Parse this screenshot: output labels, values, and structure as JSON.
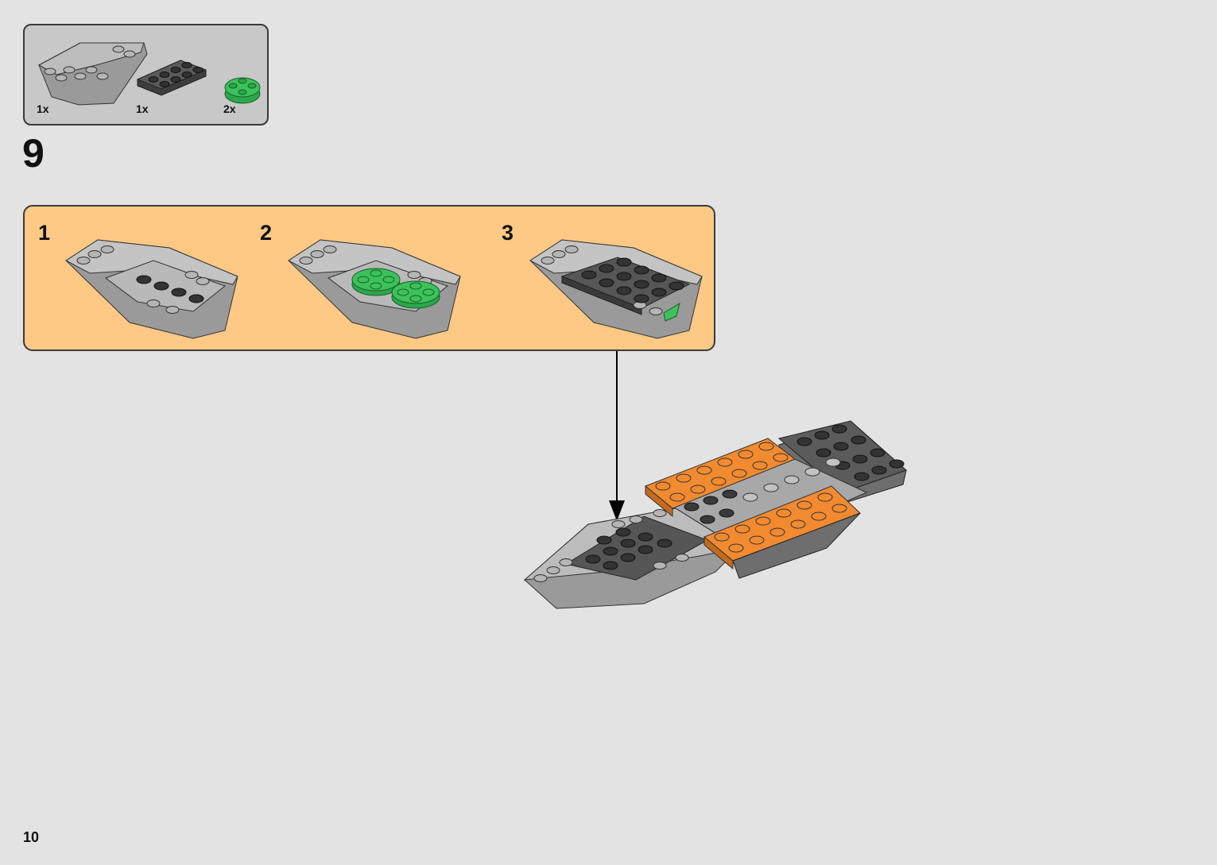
{
  "parts_list": {
    "items": [
      {
        "name": "wedge-plate-light-grey",
        "quantity": "1x"
      },
      {
        "name": "plate-2x4-dark-grey",
        "quantity": "1x"
      },
      {
        "name": "round-plate-2x2-green",
        "quantity": "2x"
      }
    ]
  },
  "step": {
    "number": "9"
  },
  "sub_assembly": {
    "steps": [
      {
        "number": "1"
      },
      {
        "number": "2"
      },
      {
        "number": "3"
      }
    ]
  },
  "colors": {
    "background": "#e3e3e3",
    "parts_box": "#c8c8c8",
    "sub_assembly_box": "#fdc985",
    "light_grey": "#a9a9a9",
    "dark_grey": "#5b5b5b",
    "green": "#3cc25a",
    "orange": "#f28a30"
  },
  "page": {
    "number": "10"
  }
}
